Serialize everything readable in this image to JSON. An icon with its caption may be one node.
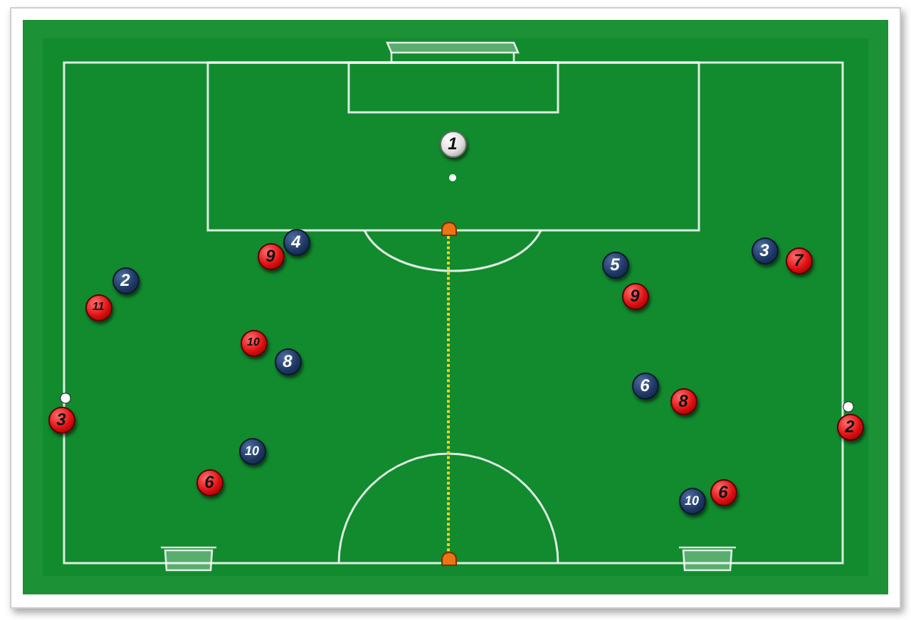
{
  "diagram": {
    "nodes": [
      {
        "text": [
          "1"
        ]
      },
      {
        "text": [],
        "shape": "cone"
      },
      {
        "text": [
          "4"
        ]
      },
      {
        "text": [
          "3"
        ]
      },
      {
        "text": [
          "9"
        ]
      },
      {
        "text": [
          "7"
        ]
      },
      {
        "text": [
          "5"
        ]
      },
      {
        "text": [
          "2"
        ]
      },
      {
        "text": [
          "9"
        ]
      },
      {
        "text": [
          "11"
        ]
      },
      {
        "text": [
          "10"
        ]
      },
      {
        "text": [
          "8"
        ]
      },
      {
        "text": [
          "6"
        ]
      },
      {
        "text": [
          "8"
        ]
      },
      {
        "text": [
          "3"
        ]
      },
      {
        "text": [
          "2"
        ]
      },
      {
        "text": [
          "10"
        ]
      },
      {
        "text": [
          "6"
        ]
      },
      {
        "text": [
          "6"
        ]
      },
      {
        "text": [
          "10"
        ]
      },
      {
        "text": [],
        "shape": "cone"
      }
    ],
    "edges": [
      {
        "from": 1,
        "to": 20,
        "arrow": "none",
        "style": "dashed",
        "color": "#f2d21b"
      }
    ]
  }
}
